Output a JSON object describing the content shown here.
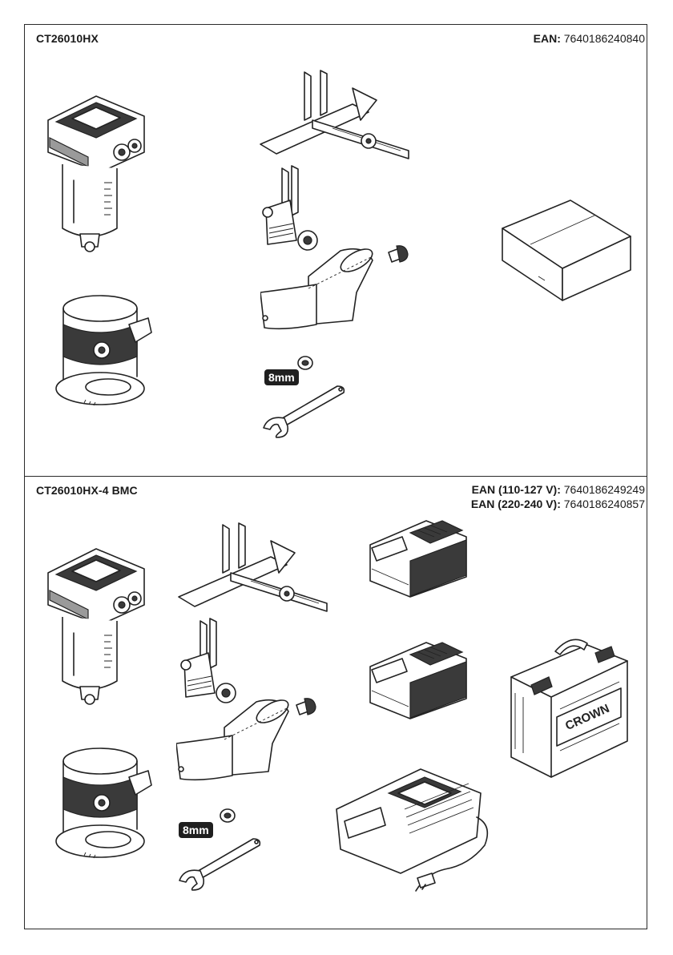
{
  "top": {
    "model": "CT26010HX",
    "ean_label": "EAN:",
    "ean_value": "7640186240840",
    "badge": "8mm"
  },
  "bottom": {
    "model": "CT26010HX-4 BMC",
    "ean1_label": "EAN (110-127 V):",
    "ean1_value": "7640186249249",
    "ean2_label": "EAN (220-240 V):",
    "ean2_value": "7640186240857",
    "badge": "8mm",
    "case_logo": "CROWN"
  },
  "icons": {
    "trimmer": "trimmer-icon",
    "base": "router-base-icon",
    "edge_guide": "edge-guide-icon",
    "trimming_guide": "trimming-guide-icon",
    "dust_hood": "dust-hood-icon",
    "knob": "knob-icon",
    "collet_nut": "collet-nut-icon",
    "wrench": "wrench-icon",
    "box": "cardboard-box-icon",
    "battery": "battery-icon",
    "charger": "charger-icon",
    "case": "carry-case-icon"
  }
}
